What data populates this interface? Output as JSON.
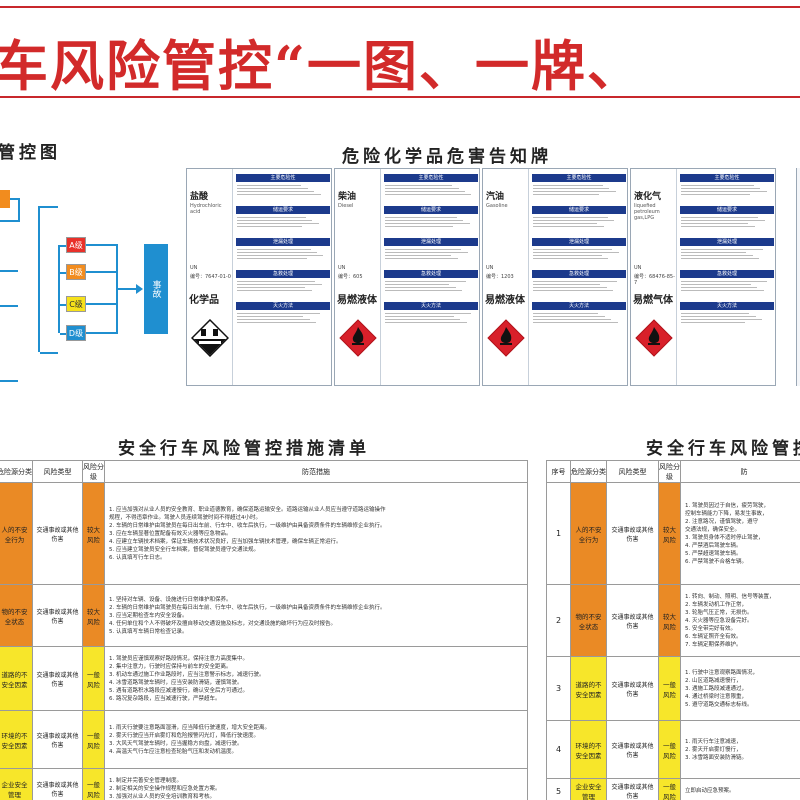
{
  "banner": {
    "title": "车风险管控“一图、一牌、"
  },
  "diagram": {
    "title": "管控图",
    "levels": [
      {
        "label": "A级",
        "color": "#e8312a"
      },
      {
        "label": "B级",
        "color": "#f28c1e"
      },
      {
        "label": "C级",
        "color": "#f6e11a"
      },
      {
        "label": "D级",
        "color": "#1f8fd0"
      }
    ],
    "event_label": "事故"
  },
  "chemicals": {
    "title": "危险化学品危害告知牌",
    "section_labels": [
      "主要危险性",
      "储运要求",
      "泄漏处理",
      "急救处理",
      "灭火方法"
    ],
    "cards": [
      {
        "name": "盐酸",
        "en": "Hydrochloric acid",
        "un": "UN",
        "unno": "编号：7647-01-0",
        "hazard": "化学品",
        "symbol": "corrosive"
      },
      {
        "name": "柴油",
        "en": "Diesel",
        "un": "UN",
        "unno": "编号：605",
        "hazard": "易燃液体",
        "symbol": "flame"
      },
      {
        "name": "汽油",
        "en": "Gasoline",
        "un": "UN",
        "unno": "编号：1203",
        "hazard": "易燃液体",
        "symbol": "flame"
      },
      {
        "name": "液化气",
        "en": "liquefied petroleum gas,LPG",
        "un": "UN",
        "unno": "编号：68476-85-7",
        "hazard": "易燃气体",
        "symbol": "flame"
      }
    ]
  },
  "table_left": {
    "title": "安全行车风险管控措施清单",
    "headers": [
      "危险源分类",
      "风险类型",
      "风险分级",
      "防范措施"
    ],
    "rows": [
      {
        "source": "人的不安全行为",
        "type": "交通事故或其他伤害",
        "level": "较大风险",
        "color": "orange",
        "measures": [
          "1. 应当加强对从业人员的安全教育、职业道德教育，确保道路运输安全。道路运输从业人员应当遵守道路运输操作",
          "规程，不得违章作业。驾驶人员连续驾驶时间不得超过4小时。",
          "2. 车辆的日常维护由驾驶员在每日出车前、行车中、收车后执行，一级维护由具备资质条件的车辆维修企业执行。",
          "3. 应在车辆显著位置配备有效灭火器等应急物品。",
          "4. 应建立车辆技术档案，保证车辆技术状况良好，应当加强车辆技术管理，确保车辆正常运行。",
          "5. 应当建立驾驶员安全行车档案，督促驾驶员遵守交通法规。",
          "6. 认真填写行车日志。"
        ]
      },
      {
        "source": "物的不安全状态",
        "type": "交通事故或其他伤害",
        "level": "较大风险",
        "color": "orange",
        "measures": [
          "1. 坚持对车辆、设备、设施进行日常维护和保养。",
          "2. 车辆的日常维护由驾驶员在每日出车前、行车中、收车后执行，一级维护由具备资质条件的车辆维修企业执行。",
          "3. 应当定期检查车内安全设备。",
          "4. 任何单位和个人不得破坏及擅自移动交通设施及标志，对交通设施的破坏行为应及时报告。",
          "5. 认真填写车辆日常检查记录。"
        ]
      },
      {
        "source": "道路的不安全因素",
        "type": "交通事故或其他伤害",
        "level": "一般风险",
        "color": "yellow",
        "measures": [
          "1. 驾驶员应谨慎观察好路段情况，保持注意力高度集中。",
          "2. 集中注意力，行驶时应保持与前车的安全距离。",
          "3. 机动车通过施工作业路段时，应当注意警示标志，减速行驶。",
          "4. 冰雪道路驾驶车辆时，应当安装防滑链，谨慎驾驶。",
          "5. 遇有道路积水路段应减速慢行，确认安全后方可通过。",
          "6. 路况复杂路段，应当减速行驶，严禁超车。"
        ]
      },
      {
        "source": "环境的不安全因素",
        "type": "交通事故或其他伤害",
        "level": "一般风险",
        "color": "yellow",
        "measures": [
          "1. 雨天行驶要注意路面湿滑，应当降低行驶速度，增大安全距离。",
          "2. 雾天行驶应当开启雾灯和危险报警闪光灯，降低行驶速度。",
          "3. 大风天气驾驶车辆时，应当握稳方向盘，减速行驶。",
          "4. 高温天气行车应注意检查轮胎气压和发动机温度。"
        ]
      },
      {
        "source": "企业安全管理",
        "type": "交通事故或其他伤害",
        "level": "一般风险",
        "color": "yellow",
        "measures": [
          "1. 制定并完善安全管理制度。",
          "2. 制定相关的安全操作规程和应急处置方案。",
          "3. 加强对从业人员的安全培训教育和考核。"
        ]
      }
    ]
  },
  "table_right": {
    "title": "安全行车风险管控",
    "headers": [
      "序号",
      "危险源分类",
      "风险类型",
      "风险分级",
      "防"
    ],
    "rows": [
      {
        "no": "1",
        "source": "人的不安全行为",
        "type": "交通事故或其他伤害",
        "level": "较大风险",
        "color": "orange",
        "measures": [
          "1. 驾驶员因过于自信，疲劳驾驶，",
          "控制车辆能力下降，易发生事故，",
          "2. 注意路况，谨慎驾驶，遵守",
          "交通法规，确保安全。",
          "3. 驾驶员身体不适时停止驾驶，",
          "4. 严禁酒后驾驶车辆。",
          "5. 严禁超速驾驶车辆。",
          "6. 严禁驾驶不合格车辆。"
        ]
      },
      {
        "no": "2",
        "source": "物的不安全状态",
        "type": "交通事故或其他伤害",
        "level": "较大风险",
        "color": "orange",
        "measures": [
          "1. 转向、制动、照明、信号等装置，",
          "2. 车辆发动机工作正常，",
          "3. 轮胎气压正常，无损伤。",
          "4. 灭火器等应急设备完好。",
          "5. 安全带完好有效。",
          "6. 车辆证照齐全有效。",
          "7. 车辆定期保养维护。"
        ]
      },
      {
        "no": "3",
        "source": "道路的不安全因素",
        "type": "交通事故或其他伤害",
        "level": "一般风险",
        "color": "yellow",
        "measures": [
          "1. 行驶中注意观察路面情况，",
          "2. 山区道路减速慢行，",
          "3. 遇施工路段减速通过，",
          "4. 通过桥梁时注意限重，",
          "5. 遵守道路交通标志标线。"
        ]
      },
      {
        "no": "4",
        "source": "环境的不安全因素",
        "type": "交通事故或其他伤害",
        "level": "一般风险",
        "color": "yellow",
        "measures": [
          "1. 雨天行车注意减速，",
          "2. 雾天开启雾灯慢行，",
          "3. 冰雪路面安装防滑链。"
        ]
      },
      {
        "no": "5",
        "source": "企业安全管理",
        "type": "交通事故或其他伤害",
        "level": "一般风险",
        "color": "yellow",
        "measures": [
          "立即启动应急预案。"
        ]
      }
    ]
  }
}
